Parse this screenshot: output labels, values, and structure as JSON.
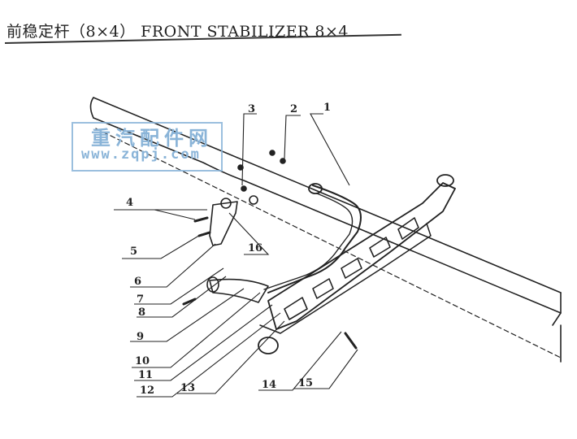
{
  "header": {
    "title": "前稳定杆（8×4）  FRONT STABILIZER 8×4"
  },
  "watermark": {
    "brand_cn": "重汽配件网",
    "url": "www.zqpj.com",
    "color": "#8ab4d8"
  },
  "callouts": [
    {
      "label": "1"
    },
    {
      "label": "2"
    },
    {
      "label": "3"
    },
    {
      "label": "4"
    },
    {
      "label": "5"
    },
    {
      "label": "6"
    },
    {
      "label": "7"
    },
    {
      "label": "8"
    },
    {
      "label": "9"
    },
    {
      "label": "10"
    },
    {
      "label": "11"
    },
    {
      "label": "12"
    },
    {
      "label": "13"
    },
    {
      "label": "14"
    },
    {
      "label": "15"
    },
    {
      "label": "16"
    }
  ]
}
